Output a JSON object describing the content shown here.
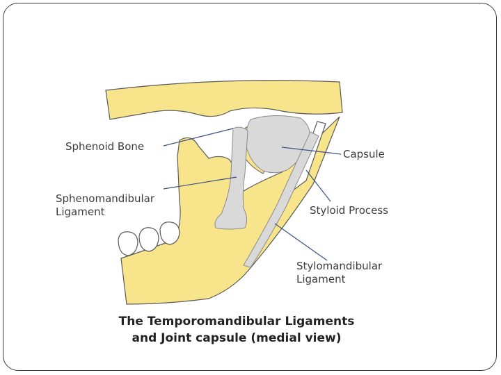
{
  "labels": {
    "sphenoid_bone": "Sphenoid Bone",
    "capsule": "Capsule",
    "sphenomandibular_line1": "Sphenomandibular",
    "sphenomandibular_line2": "Ligament",
    "styloid_process": "Styloid Process",
    "stylomandibular_line1": "Stylomandibular",
    "stylomandibular_line2": "Ligament"
  },
  "caption": {
    "line1": "The Temporomandibular Ligaments",
    "line2": "and Joint capsule (medial view)"
  },
  "colors": {
    "bone": "#f8e48a",
    "bone_outline": "#5a5a5a",
    "ligament": "#d9d9d9",
    "leader_line": "#3b4f85",
    "slide_border": "#3a3a3a"
  }
}
